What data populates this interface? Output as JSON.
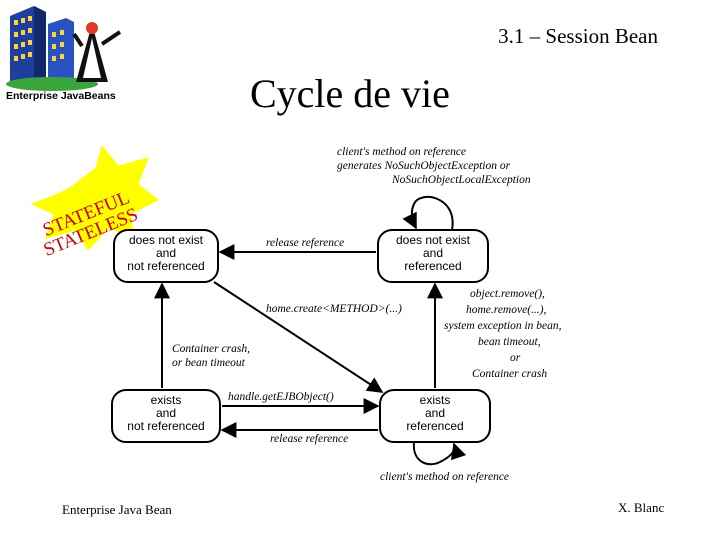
{
  "header": {
    "section_title": "3.1 – Session Bean",
    "slide_title": "Cycle de vie"
  },
  "logo": {
    "icon": "ejb-logo-icon",
    "caption": "Enterprise JavaBeans"
  },
  "badge": {
    "icon": "starburst-icon",
    "line1": "STATEFUL",
    "line2": "STATELESS"
  },
  "states": {
    "top_left": [
      "does not exist",
      "and",
      "not referenced"
    ],
    "top_right": [
      "does not exist",
      "and",
      "referenced"
    ],
    "bottom_left": [
      "exists",
      "and",
      "not referenced"
    ],
    "bottom_right": [
      "exists",
      "and",
      "referenced"
    ]
  },
  "transitions": {
    "self_loop_top": [
      "client's method on reference",
      "generates NoSuchObjectException or",
      "NoSuchObjectLocalException"
    ],
    "release_top": "release reference",
    "home_create": "home.create<METHOD>(...)",
    "remove": [
      "object.remove(),",
      "home.remove(...),",
      "system exception in bean,",
      "bean timeout,",
      "or",
      "Container crash"
    ],
    "container_crash": [
      "Container crash,",
      "or bean timeout"
    ],
    "get_ejb_object": "handle.getEJBObject()",
    "release_bottom": "release reference",
    "self_loop_bottom": "client's method on reference"
  },
  "footer": {
    "left": "Enterprise Java Bean",
    "right": "X. Blanc"
  },
  "colors": {
    "starburst": "#ffff00",
    "badge_text": "#d00000",
    "logo_building": "#1e3f9e",
    "logo_duke": "#e0392b"
  }
}
